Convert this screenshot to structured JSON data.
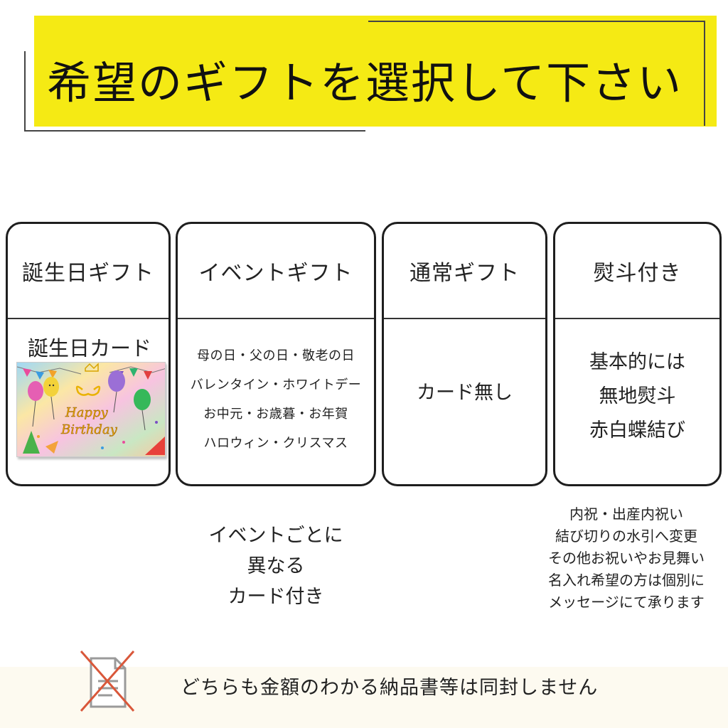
{
  "header": {
    "title": "希望のギフトを選択して下さい"
  },
  "colors": {
    "accent_yellow": "#f5ea14",
    "border": "#1e1e1e",
    "footer_bg": "#fdfaf0"
  },
  "options": [
    {
      "title": "誕生日ギフト",
      "card_label": "誕生日カード",
      "image": {
        "icon": "birthday-card-image",
        "text_line1": "Happy",
        "text_line2": "Birthday"
      }
    },
    {
      "title": "イベントギフト",
      "lines": [
        "母の日・父の日・敬老の日",
        "バレンタイン・ホワイトデー",
        "お中元・お歳暮・お年賀",
        "ハロウィン・クリスマス"
      ]
    },
    {
      "title": "通常ギフト",
      "lines": [
        "カード無し"
      ]
    },
    {
      "title": "熨斗付き",
      "lines": [
        "基本的には",
        "無地熨斗",
        "赤白蝶結び"
      ]
    }
  ],
  "notes": {
    "event": [
      "イベントごとに",
      "異なる",
      "カード付き"
    ],
    "noshi": [
      "内祝・出産内祝い",
      "結び切りの水引へ変更",
      "その他お祝いやお見舞い",
      "名入れ希望の方は個別に",
      "メッセージにて承ります"
    ]
  },
  "footer": {
    "icon": "no-invoice-icon",
    "text": "どちらも金額のわかる納品書等は同封しません"
  }
}
